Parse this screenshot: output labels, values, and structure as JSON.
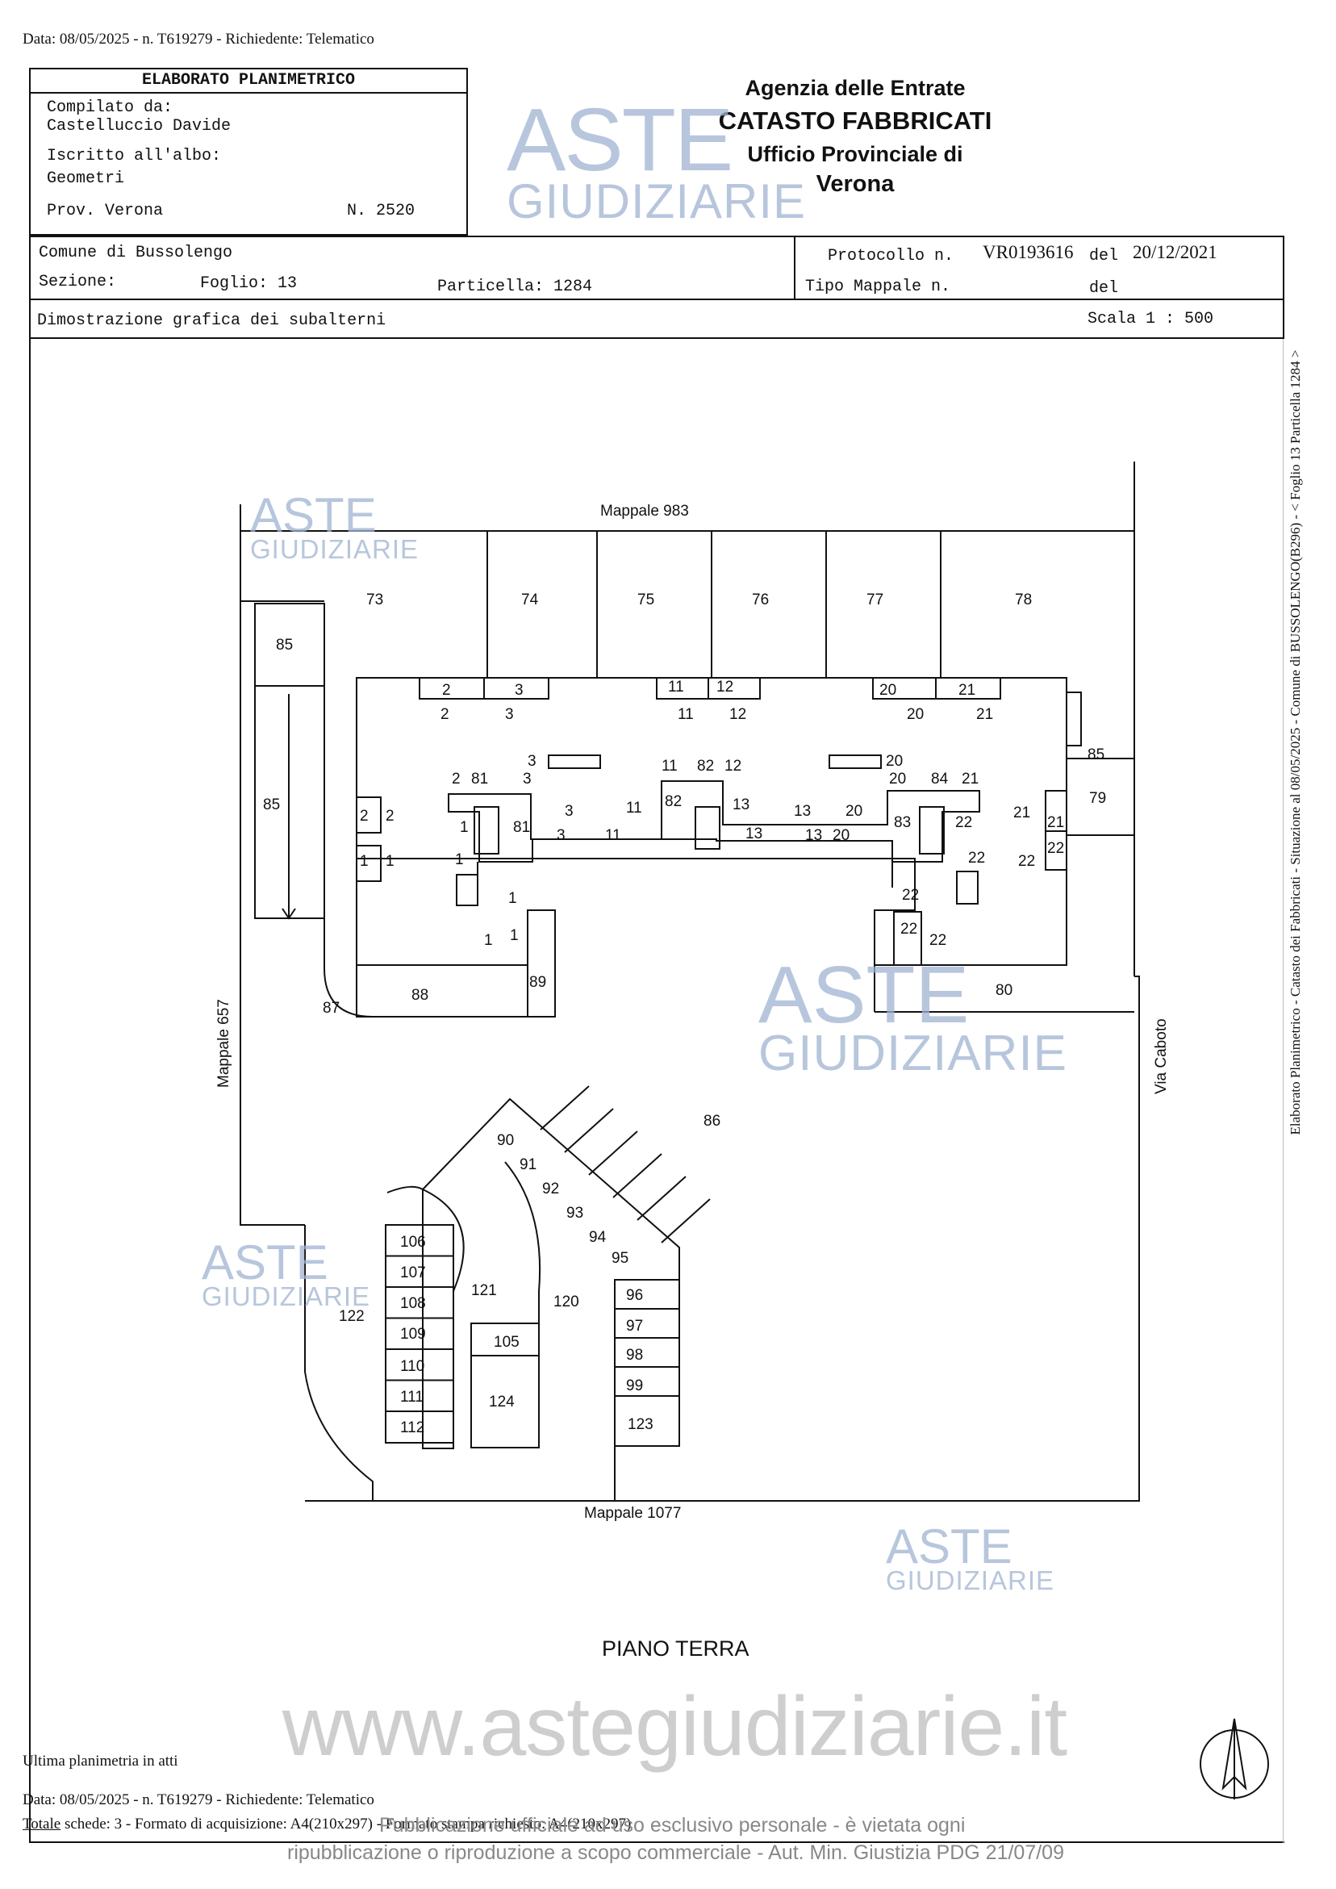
{
  "top_meta": "Data: 08/05/2025 - n. T619279 - Richiedente: Telematico",
  "left_box": {
    "title": "ELABORATO PLANIMETRICO",
    "compiled_label": "Compilato da:",
    "compiled_name": "Castelluccio Davide",
    "register_label": "Iscritto all'albo:",
    "register_value": "Geometri",
    "province": "Prov. Verona",
    "number": "N. 2520"
  },
  "agency": {
    "line1": "Agenzia delle Entrate",
    "line2": "CATASTO FABBRICATI",
    "line3": "Ufficio Provinciale di",
    "line4": "Verona"
  },
  "location": {
    "comune": "Comune di Bussolengo",
    "sezione": "Sezione:",
    "foglio": "Foglio: 13",
    "particella": "Particella: 1284"
  },
  "protocol": {
    "label": "Protocollo n.",
    "value": "VR0193616",
    "del_label": "del",
    "date": "20/12/2021",
    "tipo_label": "Tipo Mappale n.",
    "tipo_del": "del"
  },
  "demo": {
    "label": "Dimostrazione grafica dei subalterni",
    "scale": "Scala 1 : 500"
  },
  "plan": {
    "mappale_top": "Mappale 983",
    "mappale_left": "Mappale 657",
    "mappale_bottom": "Mappale 1077",
    "via": "Via Caboto",
    "floor": "PIANO TERRA",
    "top_units": [
      "73",
      "74",
      "75",
      "76",
      "77",
      "78"
    ],
    "sub_2": "2",
    "sub_3": "3",
    "sub_11": "11",
    "sub_12": "12",
    "sub_20": "20",
    "sub_21": "21",
    "sub_1": "1",
    "sub_13": "13",
    "sub_22": "22",
    "sub_79": "79",
    "sub_80": "80",
    "sub_81": "81",
    "sub_82": "82",
    "sub_83": "83",
    "sub_84": "84",
    "sub_85": "85",
    "sub_86": "86",
    "sub_87": "87",
    "sub_88": "88",
    "sub_89": "89",
    "garages_diag": [
      "90",
      "91",
      "92",
      "93",
      "94",
      "95"
    ],
    "garages_right": [
      "96",
      "97",
      "98",
      "99"
    ],
    "garages_left": [
      "106",
      "107",
      "108",
      "109",
      "110",
      "111",
      "112"
    ],
    "sub_105": "105",
    "sub_120": "120",
    "sub_121": "121",
    "sub_122": "122",
    "sub_123": "123",
    "sub_124": "124"
  },
  "side_text": "Elaborato Planimetrico - Catasto dei Fabbricati - Situazione al 08/05/2025 - Comune di BUSSOLENGO(B296) - < Foglio 13 Particella 1284 >",
  "watermark": {
    "aste": "ASTE",
    "giudiziarie": "GIUDIZIARIE",
    "site": "www.astegiudiziarie.it",
    "notice_1": "Pubblicazione ufficiale ad uso esclusivo personale - è vietata ogni",
    "notice_2": "ripubblicazione o riproduzione a scopo commerciale - Aut. Min. Giustizia PDG 21/07/09"
  },
  "footer": {
    "ultima": "Ultima planimetria in atti",
    "meta": "Data: 08/05/2025 - n. T619279 - Richiedente: Telematico",
    "totale_label": "Totale",
    "totale_rest": " schede: 3 - Formato di acquisizione: A4(210x297) - Formato stampa richiesto: A4(210x297)"
  },
  "colors": {
    "watermark": "#9fb3d1",
    "line": "#111111"
  }
}
